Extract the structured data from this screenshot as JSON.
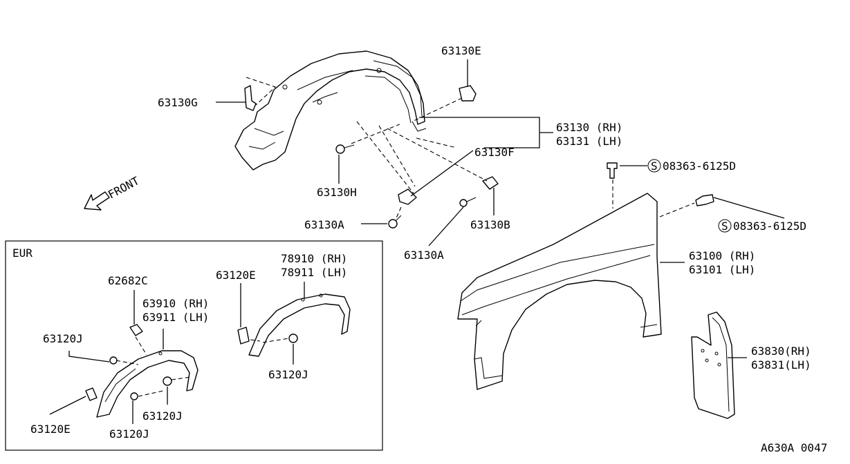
{
  "labels": {
    "p63130E": "63130E",
    "p63130G": "63130G",
    "p63130_rh": "63130 (RH)",
    "p63131_lh": "63131 (LH)",
    "p63130F": "63130F",
    "p63130H": "63130H",
    "p63130A_left": "63130A",
    "p63130A_right": "63130A",
    "p63130B": "63130B",
    "bolt_top": "08363-6125D",
    "bolt_right": "08363-6125D",
    "s_mark": "S",
    "p63100_rh": "63100 (RH)",
    "p63101_lh": "63101 (LH)",
    "p63830_rh": "63830(RH)",
    "p63831_lh": "63831(LH)",
    "front": "FRONT",
    "eur_title": "EUR",
    "p78910_rh": "78910 (RH)",
    "p78911_lh": "78911 (LH)",
    "p62682C": "62682C",
    "p63120E_top": "63120E",
    "p63910_rh": "63910 (RH)",
    "p63911_lh": "63911 (LH)",
    "p63120J_a": "63120J",
    "p63120J_b": "63120J",
    "p63120J_c": "63120J",
    "p63120J_d": "63120J",
    "p63120E_bottom": "63120E",
    "diagram_code": "A630A 0047"
  }
}
